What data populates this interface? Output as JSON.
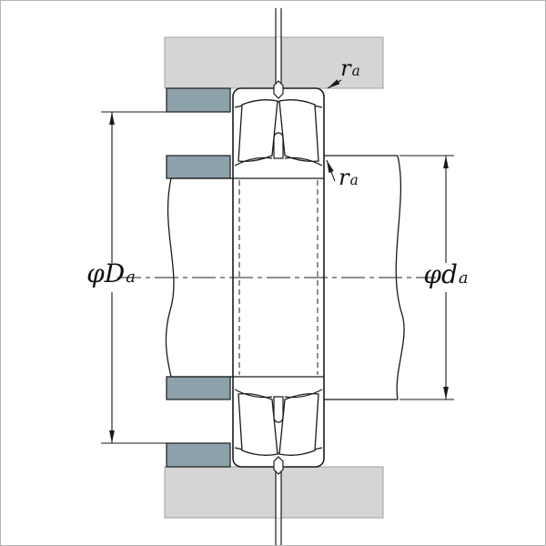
{
  "labels": {
    "housing_abutment_diameter": {
      "main": "φD",
      "sub": "a"
    },
    "shaft_abutment_diameter": {
      "main": "φd",
      "sub": "a"
    },
    "fillet_radius_housing": {
      "main": "r",
      "sub": "a"
    },
    "fillet_radius_shaft": {
      "main": "r",
      "sub": "a"
    }
  },
  "colors": {
    "housing_fill": "#d5d5d5",
    "housing_edge": "#a0a0a0",
    "shoulder_fill": "#8da1ab",
    "line": "#1a1a1a",
    "background": "#ffffff"
  }
}
